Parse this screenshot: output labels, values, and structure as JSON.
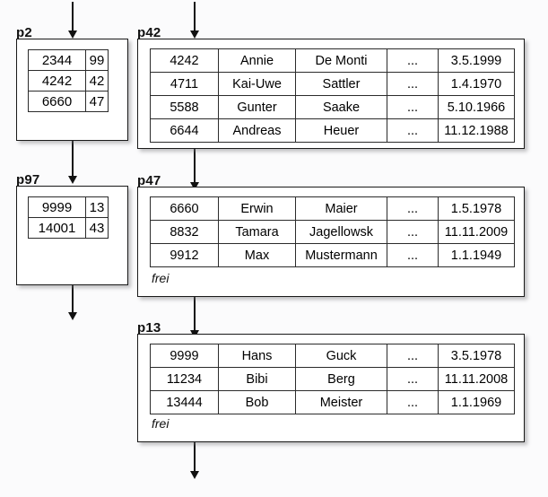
{
  "diagram": {
    "title": "B-tree index pages with data pages",
    "background_color": "#fbfbfc",
    "line_color": "#111111"
  },
  "index_pages": [
    {
      "id": "p2",
      "label": "p2",
      "columns": 2,
      "rows": [
        {
          "key": "2344",
          "pointer": "99"
        },
        {
          "key": "4242",
          "pointer": "42"
        },
        {
          "key": "6660",
          "pointer": "47"
        }
      ]
    },
    {
      "id": "p97",
      "label": "p97",
      "columns": 2,
      "rows": [
        {
          "key": "9999",
          "pointer": "13"
        },
        {
          "key": "14001",
          "pointer": "43"
        }
      ]
    }
  ],
  "data_pages": [
    {
      "id": "p42",
      "label": "p42",
      "free_label": "",
      "rows": [
        {
          "id": "4242",
          "first": "Annie",
          "last": "De Monti",
          "more": "...",
          "date": "3.5.1999"
        },
        {
          "id": "4711",
          "first": "Kai-Uwe",
          "last": "Sattler",
          "more": "...",
          "date": "1.4.1970"
        },
        {
          "id": "5588",
          "first": "Gunter",
          "last": "Saake",
          "more": "...",
          "date": "5.10.1966"
        },
        {
          "id": "6644",
          "first": "Andreas",
          "last": "Heuer",
          "more": "...",
          "date": "11.12.1988"
        }
      ]
    },
    {
      "id": "p47",
      "label": "p47",
      "free_label": "frei",
      "rows": [
        {
          "id": "6660",
          "first": "Erwin",
          "last": "Maier",
          "more": "...",
          "date": "1.5.1978"
        },
        {
          "id": "8832",
          "first": "Tamara",
          "last": "Jagellowsk",
          "more": "...",
          "date": "11.11.2009"
        },
        {
          "id": "9912",
          "first": "Max",
          "last": "Mustermann",
          "more": "...",
          "date": "1.1.1949"
        }
      ]
    },
    {
      "id": "p13",
      "label": "p13",
      "free_label": "frei",
      "rows": [
        {
          "id": "9999",
          "first": "Hans",
          "last": "Guck",
          "more": "...",
          "date": "3.5.1978"
        },
        {
          "id": "11234",
          "first": "Bibi",
          "last": "Berg",
          "more": "...",
          "date": "11.11.2008"
        },
        {
          "id": "13444",
          "first": "Bob",
          "last": "Meister",
          "more": "...",
          "date": "1.1.1969"
        }
      ]
    }
  ]
}
